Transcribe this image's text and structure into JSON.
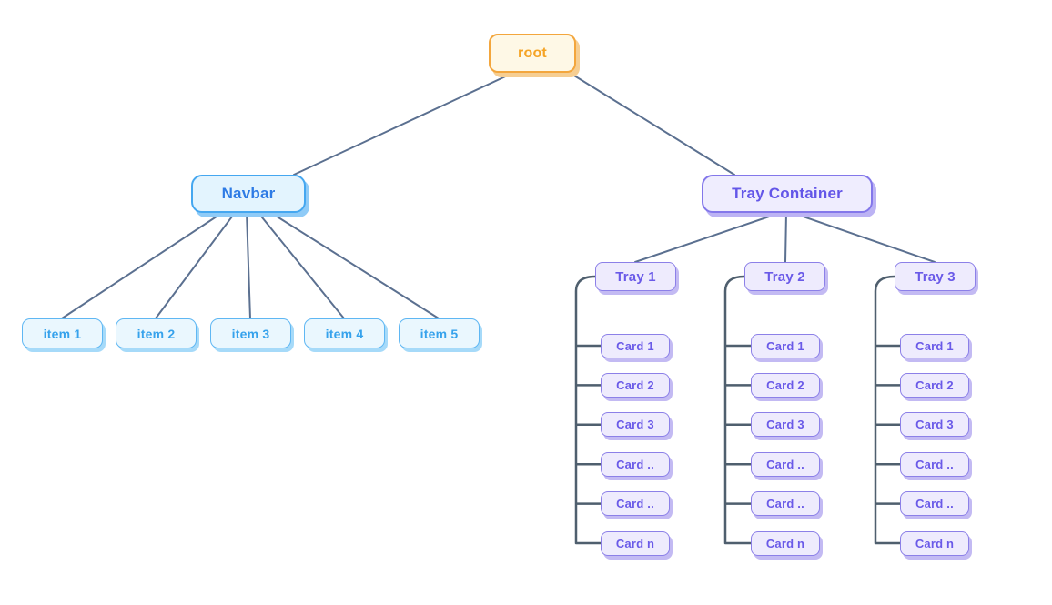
{
  "palette": {
    "background": "#ffffff",
    "edge_line": "#5b7090",
    "bracket_line": "#4f5f6e",
    "orange": {
      "bg": "#fef8e6",
      "border": "#f3a63d",
      "text": "#f5a426",
      "shadow": "#f6ce92"
    },
    "blue": {
      "bg": "#e3f4fe",
      "border": "#45a7f0",
      "text": "#2e7be5",
      "shadow": "#8fcbf7"
    },
    "blue_light": {
      "bg": "#eaf7fe",
      "border": "#5fb7f3",
      "text": "#36a2ec",
      "shadow": "#a6daf9"
    },
    "purple": {
      "bg": "#efedfe",
      "border": "#8377ea",
      "text": "#6356e8",
      "shadow": "#bcb3f4"
    },
    "purple_light": {
      "bg": "#eeebfd",
      "border": "#8c80e8",
      "text": "#6a5ae8",
      "shadow": "#c3baf3"
    }
  },
  "tree": {
    "root": {
      "label": "root"
    },
    "navbar": {
      "label": "Navbar",
      "items": [
        "item 1",
        "item 2",
        "item 3",
        "item 4",
        "item 5"
      ]
    },
    "tray_container": {
      "label": "Tray Container",
      "trays": [
        {
          "label": "Tray 1",
          "cards": [
            "Card 1",
            "Card 2",
            "Card 3",
            "Card ..",
            "Card ..",
            "Card n"
          ]
        },
        {
          "label": "Tray 2",
          "cards": [
            "Card 1",
            "Card 2",
            "Card 3",
            "Card ..",
            "Card ..",
            "Card n"
          ]
        },
        {
          "label": "Tray 3",
          "cards": [
            "Card 1",
            "Card 2",
            "Card 3",
            "Card ..",
            "Card ..",
            "Card n"
          ]
        }
      ]
    }
  }
}
